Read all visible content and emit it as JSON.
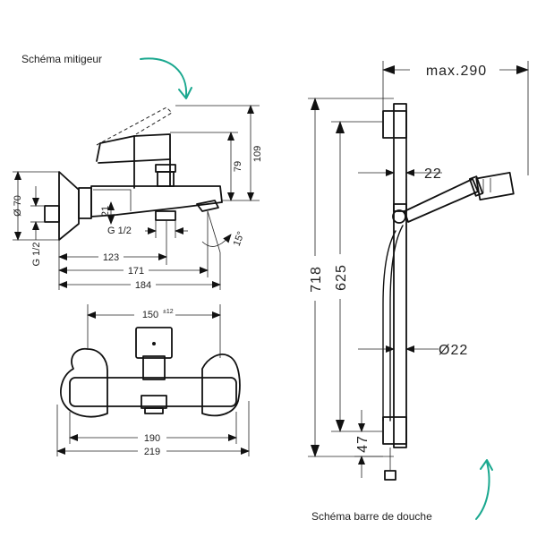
{
  "captions": {
    "mixer": "Schéma mitigeur",
    "shower_bar": "Schéma barre de douche"
  },
  "mixer_side": {
    "dim_109": "109",
    "dim_79": "79",
    "dim_70": "Ø 70",
    "dim_21": "21",
    "dim_g12_left": "G 1/2",
    "dim_g12_spout": "G 1/2",
    "dim_15deg": "15°",
    "dim_123": "123",
    "dim_171": "171",
    "dim_184": "184"
  },
  "mixer_front": {
    "dim_150": "150",
    "dim_150_tol": "±12",
    "dim_190": "190",
    "dim_219": "219"
  },
  "shower_bar": {
    "dim_max290": "max.290",
    "dim_22_top": "22",
    "dim_718": "718",
    "dim_625": "625",
    "dim_d22": "Ø22",
    "dim_47": "47"
  },
  "colors": {
    "arrow": "#1aa88f",
    "lines": "#111111"
  }
}
